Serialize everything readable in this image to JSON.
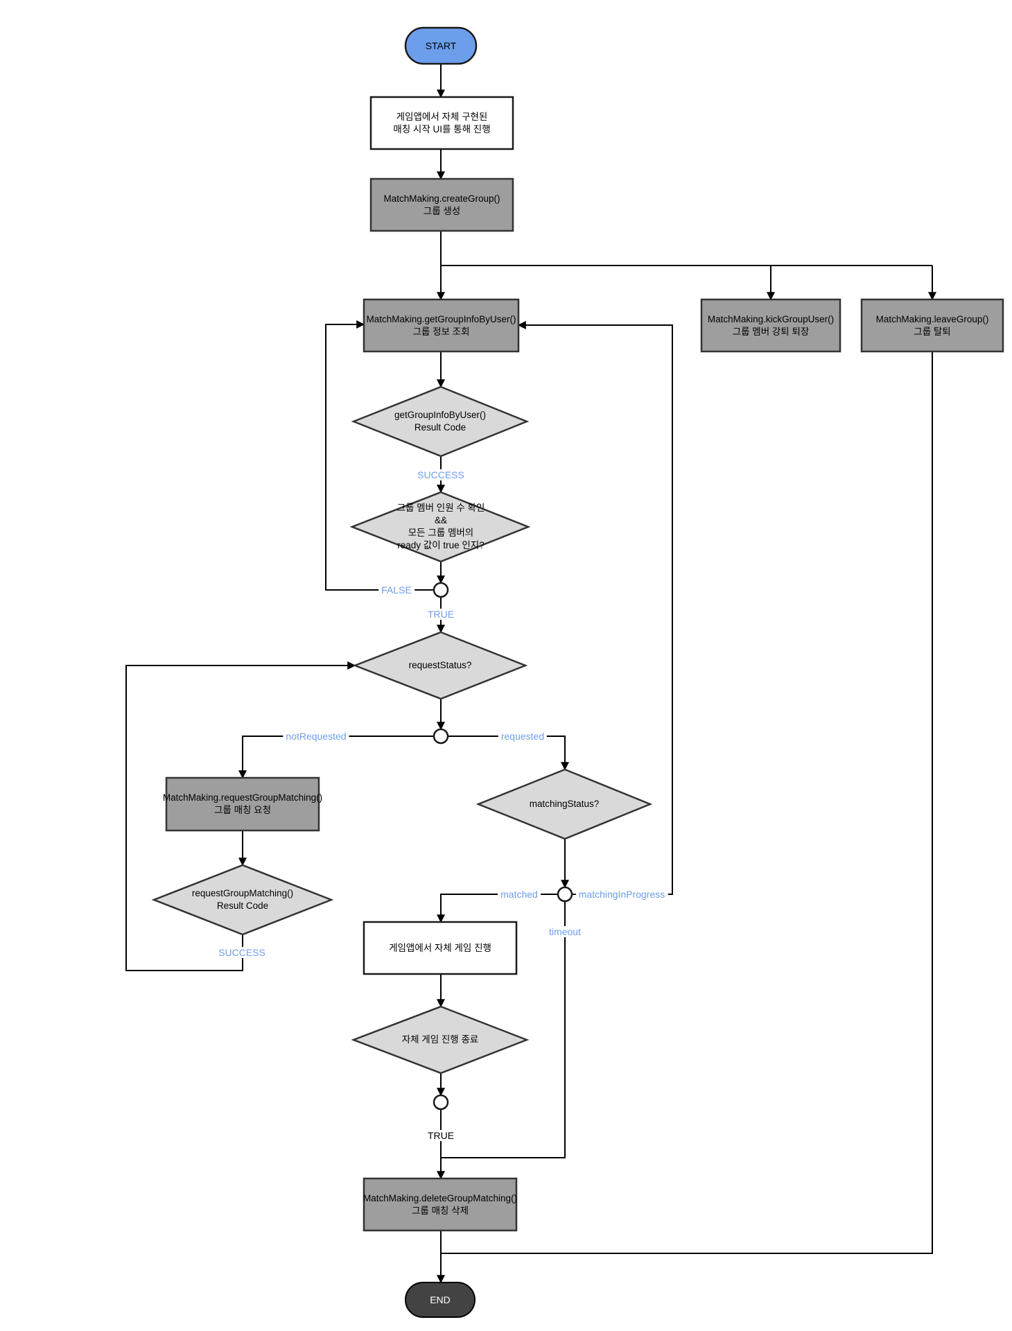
{
  "diagram": {
    "terminals": {
      "start": {
        "label": "START"
      },
      "end": {
        "label": "END"
      }
    },
    "processes": {
      "matching_ui": {
        "line1": "게임앱에서 자체 구현된",
        "line2": "매칭 시작 UI를 통해 진행"
      },
      "create_group": {
        "line1": "MatchMaking.createGroup()",
        "line2": "그룹 생성"
      },
      "get_group_info": {
        "line1": "MatchMaking.getGroupInfoByUser()",
        "line2": "그룹 정보 조회"
      },
      "kick_group_user": {
        "line1": "MatchMaking.kickGroupUser()",
        "line2": "그룹 멤버 강퇴 퇴장"
      },
      "leave_group": {
        "line1": "MatchMaking.leaveGroup()",
        "line2": "그룹 탈퇴"
      },
      "request_group_matching": {
        "line1": "MatchMaking.requestGroupMatching()",
        "line2": "그룹 매칭 요청"
      },
      "play_game": {
        "line1": "게임앱에서 자체 게임 진행"
      },
      "delete_group_matching": {
        "line1": "MatchMaking.deleteGroupMatching()",
        "line2": "그룹 매칭 삭제"
      }
    },
    "decisions": {
      "get_info_result": {
        "line1": "getGroupInfoByUser()",
        "line2": "Result Code"
      },
      "member_ready_check": {
        "line1": "그룹 멤버 인원 수 확인",
        "line2": "&&",
        "line3": "모든 그룹 멤버의",
        "line4": "ready 값이 true 인지?"
      },
      "request_status": {
        "line1": "requestStatus?"
      },
      "request_matching_result": {
        "line1": "requestGroupMatching()",
        "line2": "Result Code"
      },
      "matching_status": {
        "line1": "matchingStatus?"
      },
      "game_end": {
        "line1": "자체 게임 진행 종료"
      }
    },
    "edge_labels": {
      "success_1": "SUCCESS",
      "false_1": "FALSE",
      "true_1": "TRUE",
      "not_requested": "notRequested",
      "requested": "requested",
      "success_2": "SUCCESS",
      "matched": "matched",
      "matching_in_progress": "matchingInProgress",
      "timeout": "timeout",
      "true_2": "TRUE"
    },
    "colors": {
      "start_fill": "#6d9eeb",
      "end_fill": "#434343",
      "process_fill": "#9e9e9e",
      "decision_fill": "#d9d9d9",
      "edge_label_blue": "#6d9eeb",
      "line": "#000000"
    }
  }
}
